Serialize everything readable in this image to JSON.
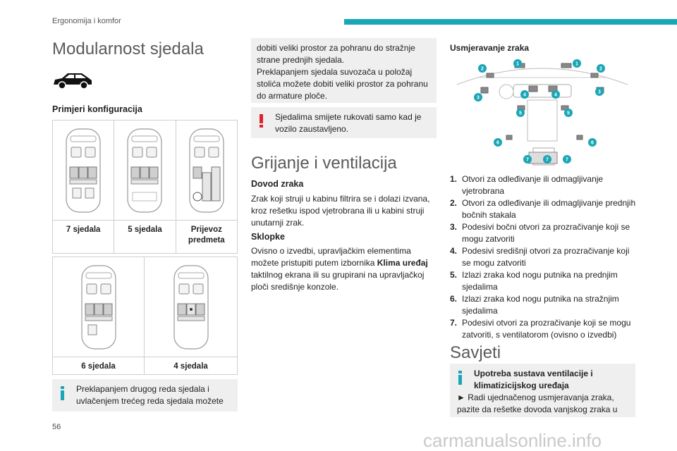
{
  "header": {
    "section": "Ergonomija i komfor"
  },
  "page_number": "56",
  "watermark": "carmanualsonline.info",
  "col1": {
    "title": "Modularnost sjedala",
    "subtitle": "Primjeri konfiguracija",
    "table1": [
      "7 sjedala",
      "5 sjedala",
      "Prijevoz\npredmeta"
    ],
    "table2": [
      "6 sjedala",
      "4 sjedala"
    ],
    "info_text": "Preklapanjem drugog reda sjedala i uvlačenjem trećeg reda sjedala možete"
  },
  "col2": {
    "cont_text": "dobiti veliki prostor za pohranu do stražnje strane prednjih sjedala.\nPreklapanjem sjedala suvozača u položaj stolića možete dobiti veliki prostor za pohranu do armature ploče.",
    "warning_text": "Sjedalima smijete rukovati samo kad je vozilo zaustavljeno.",
    "title": "Grijanje i ventilacija",
    "h_dovod": "Dovod zraka",
    "p_dovod": "Zrak koji struji u kabinu filtrira se i dolazi izvana, kroz rešetku ispod vjetrobrana ili u kabini struji unutarnji zrak.",
    "h_sklopke": "Sklopke",
    "p_sklopke_1": "Ovisno o izvedbi, upravljačkim elementima možete pristupiti putem izbornika ",
    "p_sklopke_bold": "Klima uređaj",
    "p_sklopke_2": " taktilnog ekrana ili su grupirani na upravljačkoj ploči središnje konzole."
  },
  "col3": {
    "heading": "Usmjeravanje zraka",
    "diagram_labels": [
      "1",
      "2",
      "3",
      "4",
      "5",
      "6",
      "7"
    ],
    "items": [
      {
        "n": "1.",
        "text": "Otvori za odleđivanje ili odmagljivanje vjetrobrana"
      },
      {
        "n": "2.",
        "text": "Otvori za odleđivanje ili odmagljivanje prednjih bočnih stakala"
      },
      {
        "n": "3.",
        "text": "Podesivi bočni otvori za prozračivanje koji se mogu zatvoriti"
      },
      {
        "n": "4.",
        "text": "Podesivi središnji otvori za prozračivanje koji se mogu zatvoriti"
      },
      {
        "n": "5.",
        "text": "Izlazi zraka kod nogu putnika na prednjim sjedalima"
      },
      {
        "n": "6.",
        "text": "Izlazi zraka kod nogu putnika na stražnjim sjedalima"
      },
      {
        "n": "7.",
        "text": "Podesivi otvori za prozračivanje koji se mogu zatvoriti, s ventilatorom (ovisno o izvedbi)"
      }
    ],
    "savjeti_title": "Savjeti",
    "tip_heading": "Upotreba sustava ventilacije i klimatizicijskog uređaja",
    "tip_text": "► Radi ujednačenog usmjeravanja zraka, pazite da rešetke dovoda vanjskog zraka u"
  },
  "colors": {
    "accent": "#1aa6b7",
    "warning": "#e0232a",
    "box_bg": "#efefef"
  }
}
